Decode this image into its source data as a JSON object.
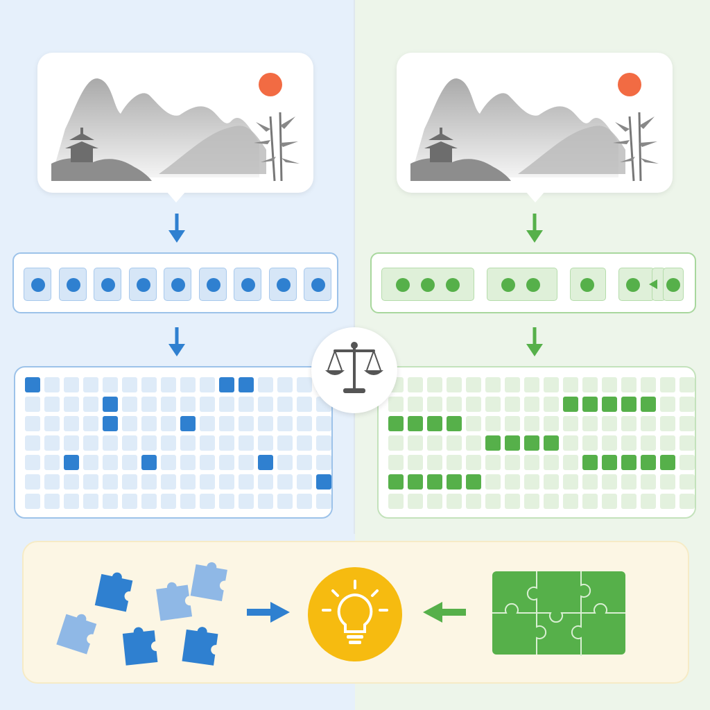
{
  "panels": {
    "left": {
      "accent": "#2f80d0",
      "token_count": 9,
      "grid": {
        "rows": 7,
        "cols": 15,
        "active": [
          [
            0,
            0
          ],
          [
            0,
            10
          ],
          [
            0,
            11
          ],
          [
            2,
            4
          ],
          [
            2,
            8
          ],
          [
            4,
            2
          ],
          [
            4,
            6
          ],
          [
            4,
            12
          ],
          [
            5,
            15
          ],
          [
            1,
            4
          ]
        ]
      }
    },
    "right": {
      "accent": "#56b04a",
      "token_groups": [
        3,
        2,
        1,
        1
      ],
      "grid": {
        "rows": 7,
        "cols": 15,
        "active": [
          [
            1,
            9
          ],
          [
            1,
            10
          ],
          [
            1,
            11
          ],
          [
            1,
            12
          ],
          [
            1,
            13
          ],
          [
            2,
            0
          ],
          [
            2,
            1
          ],
          [
            2,
            2
          ],
          [
            2,
            3
          ],
          [
            3,
            5
          ],
          [
            3,
            6
          ],
          [
            3,
            7
          ],
          [
            3,
            8
          ],
          [
            4,
            10
          ],
          [
            4,
            11
          ],
          [
            4,
            12
          ],
          [
            4,
            13
          ],
          [
            4,
            14
          ],
          [
            5,
            0
          ],
          [
            5,
            1
          ],
          [
            5,
            2
          ],
          [
            5,
            3
          ],
          [
            5,
            4
          ]
        ]
      }
    }
  },
  "icons": {
    "landscape": "landscape-icon",
    "scale": "balance-scale-icon",
    "lightbulb": "lightbulb-icon",
    "puzzle_scattered": "puzzle-pieces-icon",
    "puzzle_assembled": "assembled-puzzle-icon"
  },
  "colors": {
    "blue": "#2f80d0",
    "blue_light": "#8fb8e6",
    "green": "#56b04a",
    "yellow": "#f6bb10",
    "sun": "#f26b43"
  }
}
